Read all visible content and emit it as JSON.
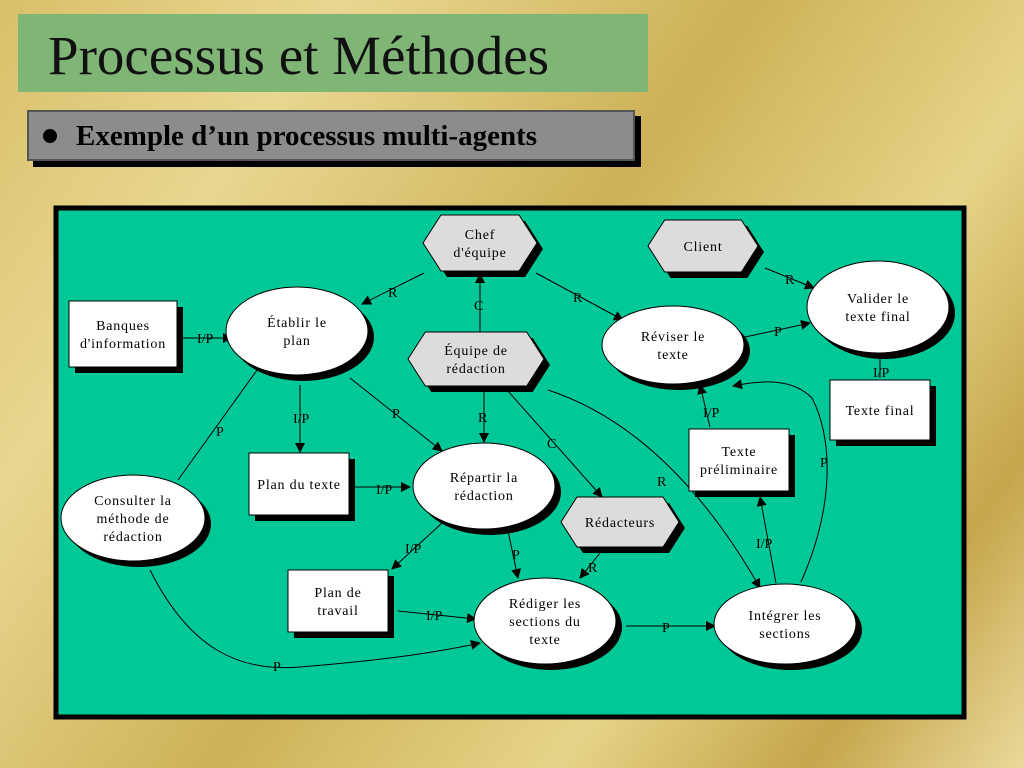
{
  "title": "Processus et Méthodes",
  "bullet": "Exemple d’un processus multi-agents",
  "colors": {
    "panel": "#00c896",
    "title_bg": "#7fb575",
    "bullet_bg": "#8c8c8c",
    "hexagon": "#dcdcdc",
    "node": "#ffffff"
  },
  "nodes": {
    "chef": [
      "Chef",
      "d'équipe"
    ],
    "client": [
      "Client"
    ],
    "equipe": [
      "Équipe de",
      "rédaction"
    ],
    "redacteurs": [
      "Rédacteurs"
    ],
    "banques": [
      "Banques",
      "d'information"
    ],
    "plan_texte": [
      "Plan du texte"
    ],
    "plan_travail": [
      "Plan de",
      "travail"
    ],
    "texte_prelim": [
      "Texte",
      "préliminaire"
    ],
    "texte_final": [
      "Texte final"
    ],
    "etablir": [
      "Établir le",
      "plan"
    ],
    "reviser": [
      "Réviser le",
      "texte"
    ],
    "valider": [
      "Valider le",
      "texte final"
    ],
    "repartir": [
      "Répartir la",
      "rédaction"
    ],
    "consulter": [
      "Consulter la",
      "méthode de",
      "rédaction"
    ],
    "rediger": [
      "Rédiger les",
      "sections du",
      "texte"
    ],
    "integrer": [
      "Intégrer les",
      "sections"
    ]
  },
  "edge_labels": {
    "chef_etablir": "R",
    "equipe_chef": "C",
    "chef_reviser": "R",
    "client_valider": "R",
    "reviser_valider": "P",
    "banques_etablir": "I/P",
    "valider_final": "I/P",
    "etablir_plan": "I/P",
    "etablir_repartir": "P",
    "equipe_repartir": "R",
    "equipe_redacteurs": "C",
    "consulter_etablir": "P",
    "prelim_reviser": "I/P",
    "integrer_reviser": "P",
    "plan_repartir": "I/P",
    "equipe_integrer": "R",
    "repartir_travail": "I/P",
    "repartir_rediger": "P",
    "redacteurs_rediger": "R",
    "integrer_prelim": "I/P",
    "travail_rediger": "I/P",
    "rediger_integrer": "P",
    "consulter_rediger": "P"
  }
}
